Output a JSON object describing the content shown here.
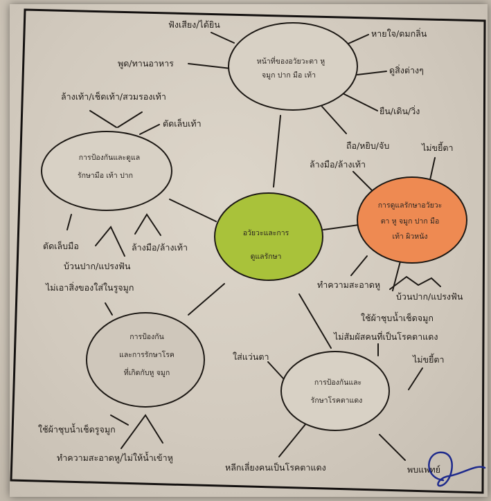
{
  "colors": {
    "center_fill": "#a9c23a",
    "orange_fill": "#ee8a52",
    "plain_fill": "#d8d1c5",
    "ink": "#1c1814",
    "signature": "#1e2a8c"
  },
  "nodes": {
    "center": [
      "อวัยวะและการ",
      "ดูแลรักษา"
    ],
    "top": [
      "หน้าที่ของอวัยวะตา  หู",
      "จมูก ปาก มือ เท้า"
    ],
    "left": [
      "การป้องกันและดูแล",
      "รักษามือ เท้า ปาก"
    ],
    "right": [
      "การดูแลรักษาอวัยวะ",
      "ตา หู จมูก ปาก มือ",
      "เท้า ผิวหนัง"
    ],
    "bottom_left": [
      "การป้องกัน",
      "และการรักษาโรค",
      "ที่เกิดกับหู จมูก"
    ],
    "bottom_right": [
      "การป้องกันและ",
      "รักษาโรคตาแดง"
    ]
  },
  "labels": {
    "top_hear": "ฟังเสียง/ได้ยิน",
    "top_breathe": "หายใจ/ดมกลิ่น",
    "top_speak": "พูด/ทานอาหาร",
    "top_see": "ดูสิ่งต่างๆ",
    "top_walk": "ยืน/เดิน/วิ่ง",
    "top_hold": "ถือ/หยิบ/จับ",
    "left_socks": "ล้างเท้า/เช็ดเท้า/สวมรองเท้า",
    "left_toenail": "ตัดเล็บเท้า",
    "left_fingernail": "ตัดเล็บมือ",
    "left_wash": "ล้างมือ/ล้างเท้า",
    "left_mouth": "บ้วนปาก/แปรงฟัน",
    "left_nose": "ไม่เอาสิ่งของใส่ในรูจมูก",
    "right_wash": "ล้างมือ/ล้างเท้า",
    "right_rub": "ไม่ขยี้ตา",
    "right_clean_ear": "ทำความสะอาดหู",
    "right_mouth": "บ้วนปาก/แปรงฟัน",
    "right_towel": "ใช้ผ้าชุบน้ำเช็ดจมูก",
    "br_contact": "ไม่สัมผัสคนที่เป็นโรคตาแดง",
    "br_goggles": "ใส่แว่นตา",
    "br_rub": "ไม่ขยี้ตา",
    "br_avoid": "หลีกเลี่ยงคนเป็นโรคตาแดง",
    "br_doctor": "พบแพทย์",
    "bl_towel": "ใช้ผ้าชุบน้ำเช็ดรูจมูก",
    "bl_clean": "ทำความสะอาดหู/ไม่ให้น้ำเข้าหู"
  }
}
